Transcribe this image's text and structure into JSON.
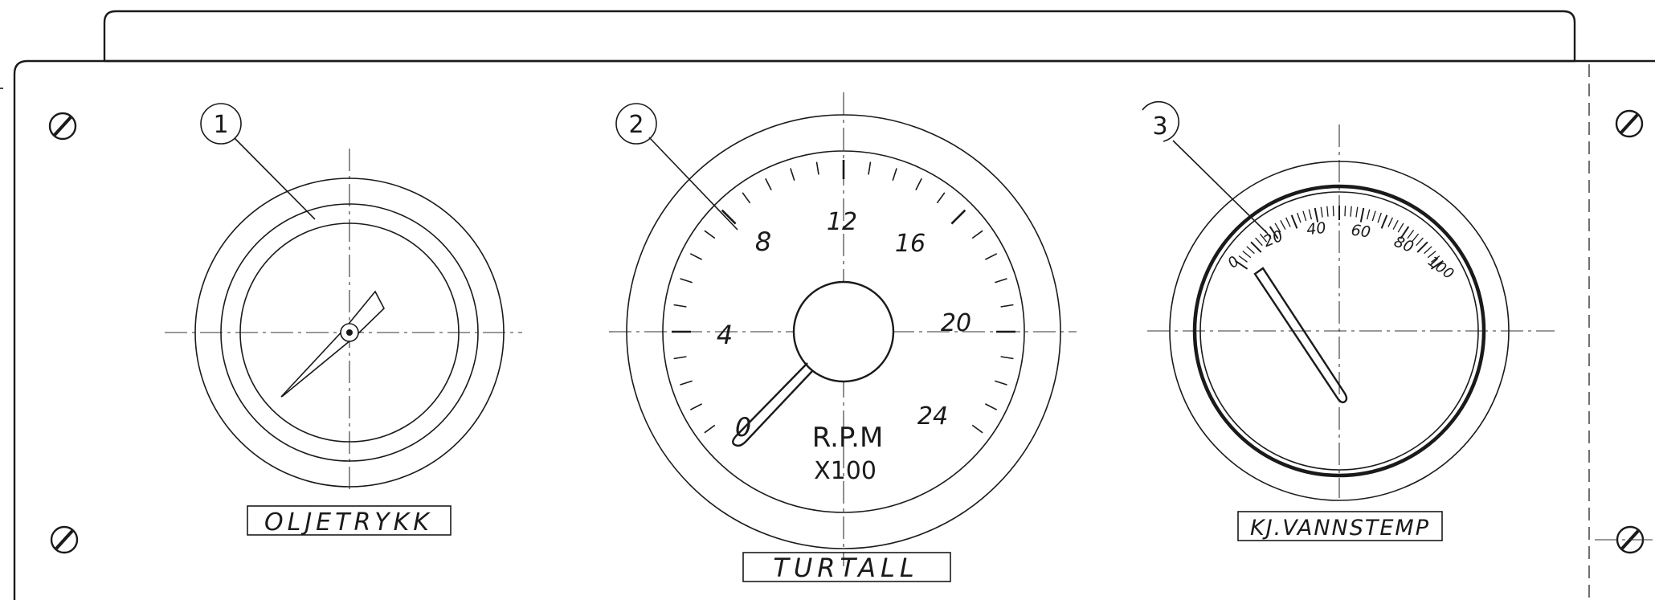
{
  "callouts": [
    "1",
    "2",
    "3"
  ],
  "gauges": {
    "oil": {
      "label": "OLJETRYKK"
    },
    "rpm": {
      "label": "TURTALL",
      "unit_line1": "R.P.M",
      "unit_line2": "X100",
      "scale": [
        "0",
        "4",
        "8",
        "12",
        "16",
        "20",
        "24"
      ]
    },
    "temp": {
      "label": "KJ.VANNSTEMP",
      "scale": [
        "0",
        "20",
        "40",
        "60",
        "80",
        "100"
      ]
    }
  }
}
